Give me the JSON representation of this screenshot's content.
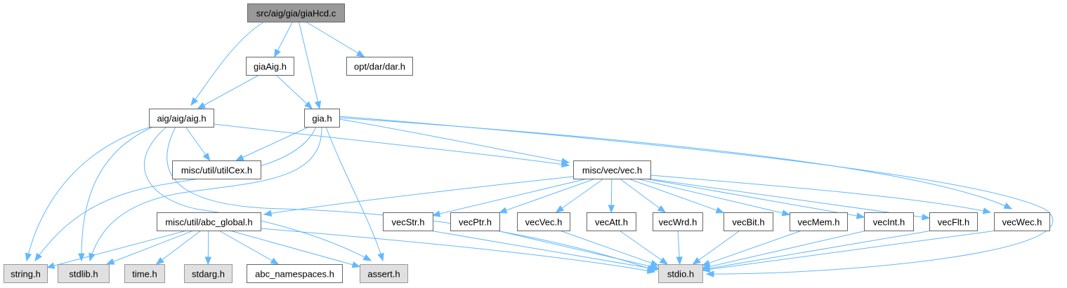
{
  "diagram": {
    "type": "include-dependency-graph",
    "root": "src/aig/gia/giaHcd.c",
    "colors": {
      "edge": "#63b8ff",
      "root_fill": "#999999",
      "node_fill": "#ffffff",
      "system_fill": "#e0e0e0",
      "border": "#666666"
    },
    "nodes": [
      {
        "id": "root",
        "label": "src/aig/gia/giaHcd.c",
        "kind": "root"
      },
      {
        "id": "giaAig",
        "label": "giaAig.h",
        "kind": "normal"
      },
      {
        "id": "dar",
        "label": "opt/dar/dar.h",
        "kind": "normal"
      },
      {
        "id": "aig",
        "label": "aig/aig/aig.h",
        "kind": "normal"
      },
      {
        "id": "gia",
        "label": "gia.h",
        "kind": "normal"
      },
      {
        "id": "utilCex",
        "label": "misc/util/utilCex.h",
        "kind": "normal"
      },
      {
        "id": "vec",
        "label": "misc/vec/vec.h",
        "kind": "normal"
      },
      {
        "id": "abc_global",
        "label": "misc/util/abc_global.h",
        "kind": "normal"
      },
      {
        "id": "vecStr",
        "label": "vecStr.h",
        "kind": "normal"
      },
      {
        "id": "vecPtr",
        "label": "vecPtr.h",
        "kind": "normal"
      },
      {
        "id": "vecVec",
        "label": "vecVec.h",
        "kind": "normal"
      },
      {
        "id": "vecAtt",
        "label": "vecAtt.h",
        "kind": "normal"
      },
      {
        "id": "vecWrd",
        "label": "vecWrd.h",
        "kind": "normal"
      },
      {
        "id": "vecBit",
        "label": "vecBit.h",
        "kind": "normal"
      },
      {
        "id": "vecMem",
        "label": "vecMem.h",
        "kind": "normal"
      },
      {
        "id": "vecInt",
        "label": "vecInt.h",
        "kind": "normal"
      },
      {
        "id": "vecFlt",
        "label": "vecFlt.h",
        "kind": "normal"
      },
      {
        "id": "vecWec",
        "label": "vecWec.h",
        "kind": "normal"
      },
      {
        "id": "string",
        "label": "string.h",
        "kind": "system"
      },
      {
        "id": "stdlib",
        "label": "stdlib.h",
        "kind": "system"
      },
      {
        "id": "time",
        "label": "time.h",
        "kind": "system"
      },
      {
        "id": "stdarg",
        "label": "stdarg.h",
        "kind": "system"
      },
      {
        "id": "abc_namespaces",
        "label": "abc_namespaces.h",
        "kind": "normal"
      },
      {
        "id": "assert",
        "label": "assert.h",
        "kind": "system"
      },
      {
        "id": "stdio",
        "label": "stdio.h",
        "kind": "system"
      }
    ],
    "edges": [
      {
        "from": "root",
        "to": "aig"
      },
      {
        "from": "root",
        "to": "giaAig"
      },
      {
        "from": "root",
        "to": "gia"
      },
      {
        "from": "root",
        "to": "dar"
      },
      {
        "from": "giaAig",
        "to": "aig"
      },
      {
        "from": "giaAig",
        "to": "gia"
      },
      {
        "from": "aig",
        "to": "utilCex"
      },
      {
        "from": "aig",
        "to": "vec"
      },
      {
        "from": "aig",
        "to": "string"
      },
      {
        "from": "aig",
        "to": "stdlib"
      },
      {
        "from": "aig",
        "to": "assert"
      },
      {
        "from": "aig",
        "to": "stdio"
      },
      {
        "from": "gia",
        "to": "utilCex"
      },
      {
        "from": "gia",
        "to": "vec"
      },
      {
        "from": "gia",
        "to": "vecWec"
      },
      {
        "from": "gia",
        "to": "string"
      },
      {
        "from": "gia",
        "to": "stdlib"
      },
      {
        "from": "gia",
        "to": "assert"
      },
      {
        "from": "gia",
        "to": "stdio"
      },
      {
        "from": "vec",
        "to": "abc_global"
      },
      {
        "from": "vec",
        "to": "vecStr"
      },
      {
        "from": "vec",
        "to": "vecPtr"
      },
      {
        "from": "vec",
        "to": "vecVec"
      },
      {
        "from": "vec",
        "to": "vecAtt"
      },
      {
        "from": "vec",
        "to": "vecWrd"
      },
      {
        "from": "vec",
        "to": "vecBit"
      },
      {
        "from": "vec",
        "to": "vecMem"
      },
      {
        "from": "vec",
        "to": "vecInt"
      },
      {
        "from": "vec",
        "to": "vecFlt"
      },
      {
        "from": "vec",
        "to": "vecWec"
      },
      {
        "from": "abc_global",
        "to": "string"
      },
      {
        "from": "abc_global",
        "to": "stdlib"
      },
      {
        "from": "abc_global",
        "to": "time"
      },
      {
        "from": "abc_global",
        "to": "stdarg"
      },
      {
        "from": "abc_global",
        "to": "abc_namespaces"
      },
      {
        "from": "abc_global",
        "to": "assert"
      },
      {
        "from": "abc_global",
        "to": "stdio"
      },
      {
        "from": "vecStr",
        "to": "stdio"
      },
      {
        "from": "vecPtr",
        "to": "stdio"
      },
      {
        "from": "vecVec",
        "to": "stdio"
      },
      {
        "from": "vecAtt",
        "to": "stdio"
      },
      {
        "from": "vecWrd",
        "to": "stdio"
      },
      {
        "from": "vecBit",
        "to": "stdio"
      },
      {
        "from": "vecMem",
        "to": "stdio"
      },
      {
        "from": "vecInt",
        "to": "stdio"
      },
      {
        "from": "vecFlt",
        "to": "stdio"
      },
      {
        "from": "vecWec",
        "to": "stdio"
      }
    ]
  }
}
